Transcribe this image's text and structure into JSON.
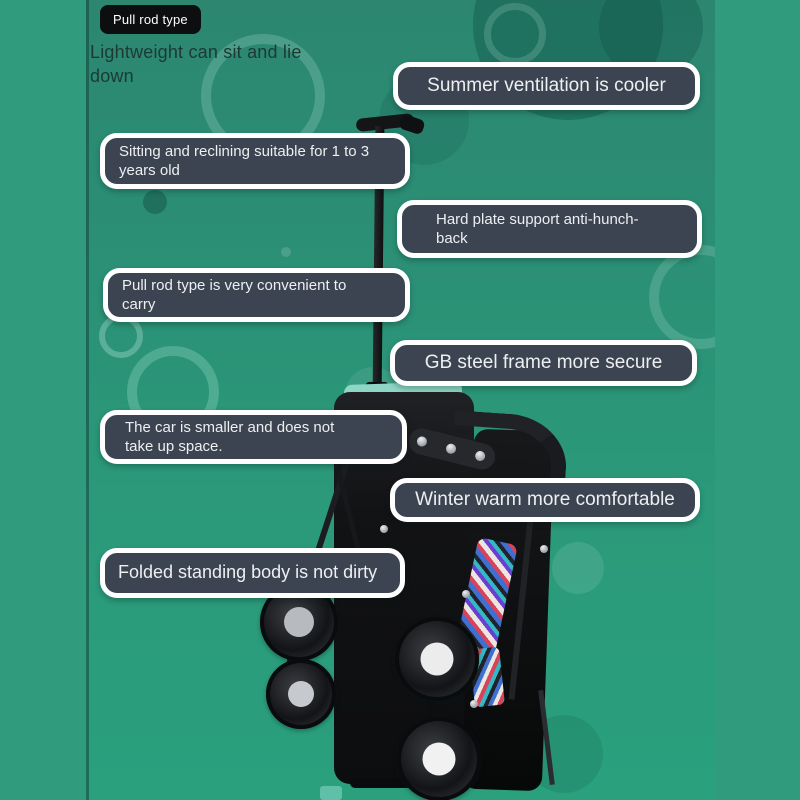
{
  "badge": {
    "label": "Pull rod type"
  },
  "headline": {
    "text": "Lightweight can sit and lie\ndown"
  },
  "callouts": [
    {
      "id": "summer-ventilation",
      "text": "Summer ventilation is cooler"
    },
    {
      "id": "sitting-reclining",
      "text": "Sitting and reclining suitable for 1 to 3\nyears old"
    },
    {
      "id": "hard-plate-support",
      "text": "Hard plate support anti-hunch-\nback"
    },
    {
      "id": "pull-rod-carry",
      "text": "Pull rod type is very convenient to\ncarry"
    },
    {
      "id": "gb-steel-frame",
      "text": "GB steel frame more secure"
    },
    {
      "id": "car-smaller",
      "text": "The car is smaller and does not\ntake up space."
    },
    {
      "id": "winter-warm",
      "text": "Winter warm more comfortable"
    },
    {
      "id": "folded-standing",
      "text": "Folded standing body is not dirty"
    }
  ],
  "photo": {
    "subject": "Folded black pull-rod stroller with mint trim, patterned fabric strip and four white-hub wheels on a green bubble background"
  },
  "colors": {
    "background_band": "#319b7e",
    "photo_green_top": "#2c8670",
    "photo_green_bottom": "#2aa07d",
    "callout_background": "#3b4450",
    "callout_border": "#ffffff",
    "callout_text": "#edeff1",
    "badge_background": "#0c0e0f",
    "badge_text": "#ffffff",
    "headline_text": "#1d3936",
    "canopy_mint": "#8ed7c4",
    "stroller_black": "#121315"
  }
}
